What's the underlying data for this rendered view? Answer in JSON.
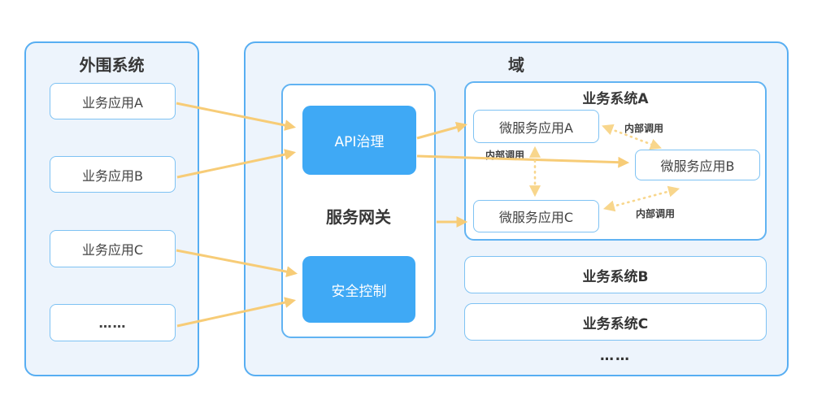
{
  "peripheral": {
    "title": "外围系统",
    "apps": [
      "业务应用A",
      "业务应用B",
      "业务应用C",
      "……"
    ]
  },
  "domain": {
    "title": "域"
  },
  "gateway": {
    "title": "服务网关",
    "api_module": "API治理",
    "security_module": "安全控制"
  },
  "system_a": {
    "title": "业务系统A",
    "services": [
      "微服务应用A",
      "微服务应用B",
      "微服务应用C"
    ]
  },
  "system_b": {
    "title": "业务系统B"
  },
  "system_c": {
    "title": "业务系统C"
  },
  "more_systems_ellipsis": "……",
  "labels": {
    "internal_call": "内部调用"
  },
  "colors": {
    "panel_fill": "#edf4fc",
    "panel_border": "#57aef2",
    "node_border": "#7ec2f3",
    "module_blue": "#3fa9f5",
    "arrow_solid": "#f7cc77",
    "arrow_dashed": "#f8d68c",
    "text_dark": "#373737"
  }
}
